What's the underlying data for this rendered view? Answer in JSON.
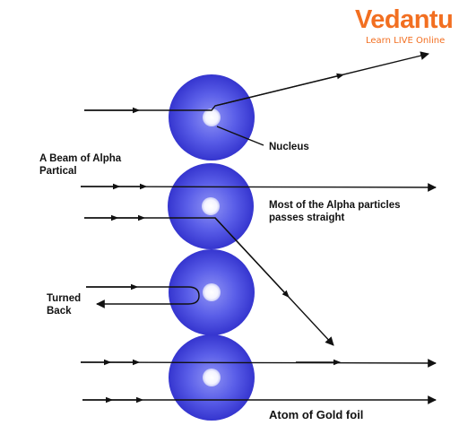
{
  "logo": {
    "name": "Vedantu",
    "tagline": "Learn LIVE Online",
    "color": "#f26f21"
  },
  "labels": {
    "beam": "A Beam of Alpha\nPartical",
    "nucleus": "Nucleus",
    "straight": "Most of the Alpha particles\npasses straight",
    "turned_back": "Turned\nBack",
    "atom": "Atom of Gold foil"
  },
  "colors": {
    "atom_outer": "#3a3ad6",
    "atom_inner": "#7a7ef0",
    "nucleus": "#ffffff",
    "line": "#111111"
  }
}
